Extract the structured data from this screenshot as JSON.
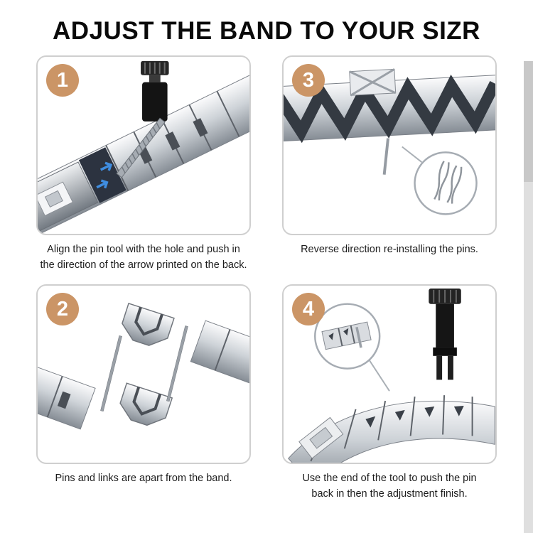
{
  "title": "ADJUST THE BAND TO YOUR SIZR",
  "steps": [
    {
      "number": "1",
      "caption_lines": [
        "Align the pin tool with the hole and push in",
        "the direction of the arrow printed on the back."
      ]
    },
    {
      "number": "3",
      "caption_lines": [
        "Reverse direction re-installing the pins."
      ]
    },
    {
      "number": "2",
      "caption_lines": [
        "Pins and links are apart from the band."
      ]
    },
    {
      "number": "4",
      "caption_lines": [
        "Use the end of the tool to push the pin",
        "back in then the adjustment finish."
      ]
    }
  ],
  "colors": {
    "step_badge": "#cb9566",
    "panel_border": "#cfcfcf",
    "printed_arrow_blue": "#3f8de0",
    "scrollbar_track": "#dfdfdf"
  }
}
